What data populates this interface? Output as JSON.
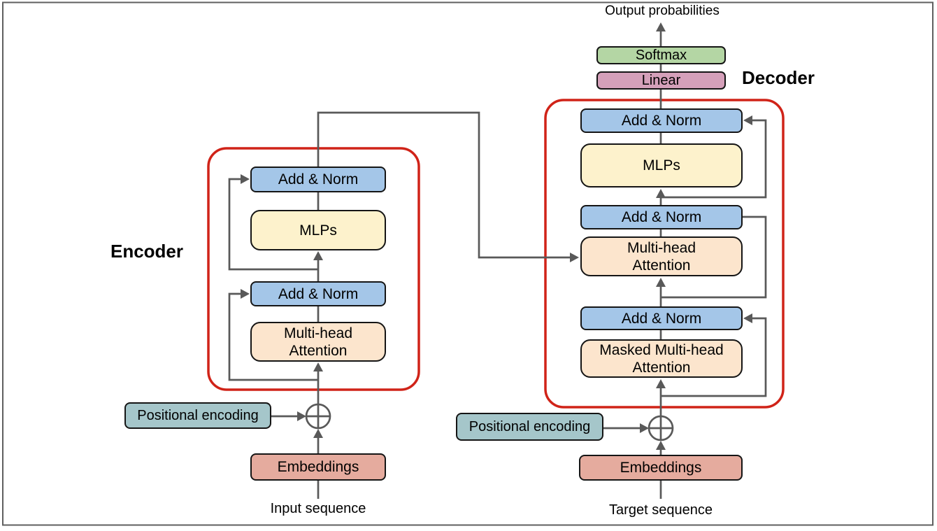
{
  "diagram": {
    "output_label": "Output probabilities",
    "encoder": {
      "title": "Encoder",
      "bottom_label": "Input sequence",
      "boxes": {
        "add_norm_top": "Add & Norm",
        "mlps": "MLPs",
        "add_norm_bottom": "Add & Norm",
        "attention": "Multi-head Attention",
        "positional_encoding": "Positional encoding",
        "embeddings": "Embeddings"
      }
    },
    "decoder": {
      "title": "Decoder",
      "bottom_label": "Target sequence",
      "boxes": {
        "softmax": "Softmax",
        "linear": "Linear",
        "add_norm_top": "Add & Norm",
        "mlps": "MLPs",
        "add_norm_middle": "Add & Norm",
        "attention": "Multi-head Attention",
        "add_norm_bottom": "Add & Norm",
        "masked_attention": "Masked Multi-head Attention",
        "positional_encoding": "Positional encoding",
        "embeddings": "Embeddings"
      }
    },
    "icons": {
      "add_icon_glyph": "⊕"
    },
    "colors": {
      "add_norm_fill": "#a4c6e8",
      "mlps_fill": "#fdf2cc",
      "attention_fill": "#fce5cd",
      "softmax_fill": "#b4d6a4",
      "linear_fill": "#d5a0ba",
      "positional_fill": "#a5c6ca",
      "embeddings_fill": "#e5ab9e",
      "wire": "#595959",
      "region_outline": "#d02318"
    }
  }
}
